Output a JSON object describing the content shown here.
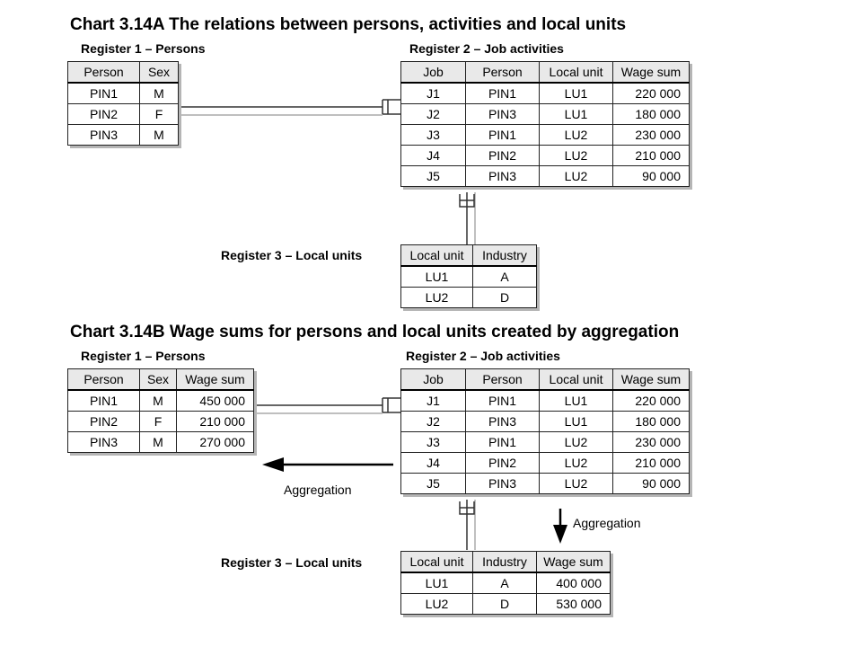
{
  "chart_a": {
    "title": "Chart 3.14A  The relations between persons, activities and local units",
    "reg1_title": "Register 1 – Persons",
    "reg1": {
      "headers": [
        "Person",
        "Sex"
      ],
      "rows": [
        [
          "PIN1",
          "M"
        ],
        [
          "PIN2",
          "F"
        ],
        [
          "PIN3",
          "M"
        ]
      ]
    },
    "reg2_title": "Register 2 – Job activities",
    "reg2": {
      "headers": [
        "Job",
        "Person",
        "Local unit",
        "Wage sum"
      ],
      "rows": [
        [
          "J1",
          "PIN1",
          "LU1",
          "220 000"
        ],
        [
          "J2",
          "PIN3",
          "LU1",
          "180 000"
        ],
        [
          "J3",
          "PIN1",
          "LU2",
          "230 000"
        ],
        [
          "J4",
          "PIN2",
          "LU2",
          "210 000"
        ],
        [
          "J5",
          "PIN3",
          "LU2",
          "90 000"
        ]
      ]
    },
    "reg3_title": "Register 3 – Local units",
    "reg3": {
      "headers": [
        "Local unit",
        "Industry"
      ],
      "rows": [
        [
          "LU1",
          "A"
        ],
        [
          "LU2",
          "D"
        ]
      ]
    }
  },
  "chart_b": {
    "title": "Chart 3.14B  Wage sums for persons and local units created by aggregation",
    "reg1_title": "Register 1 – Persons",
    "reg1": {
      "headers": [
        "Person",
        "Sex",
        "Wage sum"
      ],
      "rows": [
        [
          "PIN1",
          "M",
          "450 000"
        ],
        [
          "PIN2",
          "F",
          "210 000"
        ],
        [
          "PIN3",
          "M",
          "270 000"
        ]
      ]
    },
    "reg2_title": "Register 2 – Job activities",
    "reg2": {
      "headers": [
        "Job",
        "Person",
        "Local unit",
        "Wage sum"
      ],
      "rows": [
        [
          "J1",
          "PIN1",
          "LU1",
          "220 000"
        ],
        [
          "J2",
          "PIN3",
          "LU1",
          "180 000"
        ],
        [
          "J3",
          "PIN1",
          "LU2",
          "230 000"
        ],
        [
          "J4",
          "PIN2",
          "LU2",
          "210 000"
        ],
        [
          "J5",
          "PIN3",
          "LU2",
          "90 000"
        ]
      ]
    },
    "reg3_title": "Register 3 – Local units",
    "reg3": {
      "headers": [
        "Local unit",
        "Industry",
        "Wage sum"
      ],
      "rows": [
        [
          "LU1",
          "A",
          "400 000"
        ],
        [
          "LU2",
          "D",
          "530 000"
        ]
      ]
    },
    "aggregation_left": "Aggregation",
    "aggregation_down": "Aggregation"
  }
}
